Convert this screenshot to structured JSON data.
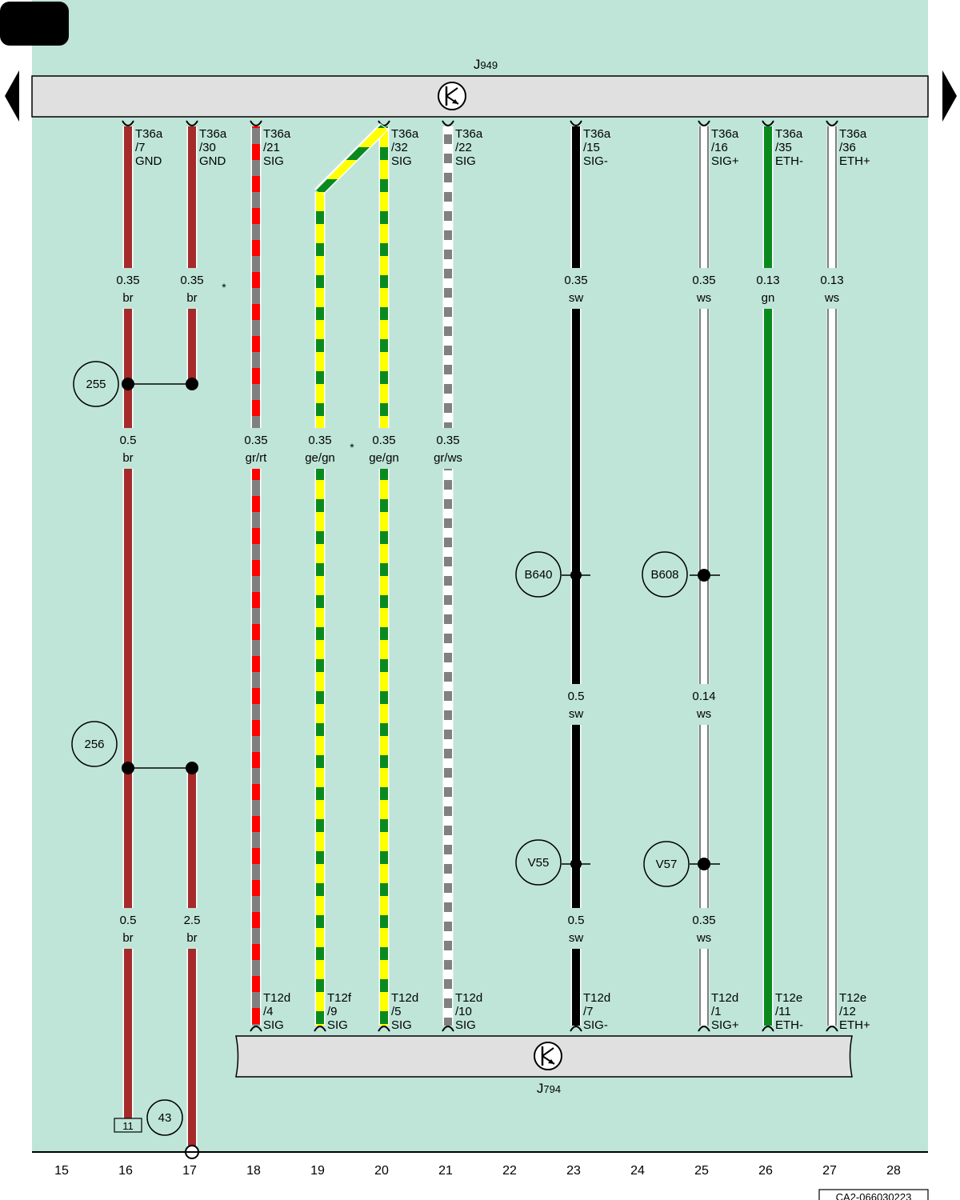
{
  "page_number": "",
  "drawing_code": "CA2-066030223",
  "colors": {
    "background": "#bfe5d8",
    "module_fill": "#e0e0e0",
    "br": "#a52a2a",
    "sw": "#000000",
    "ws": "#ffffff",
    "gn": "#0a8a1e",
    "ge": "#ffff00",
    "gr": "#808080",
    "rt": "#ff0000"
  },
  "modules": {
    "top": {
      "label": "J",
      "sub": "949"
    },
    "bottom": {
      "label": "J",
      "sub": "794"
    }
  },
  "columns": [
    "15",
    "16",
    "17",
    "18",
    "19",
    "20",
    "21",
    "22",
    "23",
    "24",
    "25",
    "26",
    "27",
    "28"
  ],
  "wires": [
    {
      "col": 16,
      "top_pin": [
        "T36a",
        "/7",
        "GND"
      ],
      "segments": [
        {
          "size": "0.35",
          "color": "br"
        },
        {
          "size": "0.5",
          "color": "br"
        },
        {
          "size": "0.5",
          "color": "br"
        }
      ]
    },
    {
      "col": 17,
      "top_pin": [
        "T36a",
        "/30",
        "GND"
      ],
      "segments": [
        {
          "size": "0.35",
          "color": "br"
        },
        {
          "size": "2.5",
          "color": "br"
        }
      ]
    },
    {
      "col": 18,
      "top_pin": [
        "T36a",
        "/21",
        "SIG"
      ],
      "bottom_pin": [
        "T12d",
        "/4",
        "SIG"
      ],
      "segments": [
        {
          "size": "0.35",
          "color": "gr/rt"
        }
      ]
    },
    {
      "col": 19,
      "bottom_pin": [
        "T12f",
        "/9",
        "SIG"
      ],
      "segments": [
        {
          "size": "0.35",
          "color": "ge/gn"
        }
      ]
    },
    {
      "col": 20,
      "top_pin": [
        "T36a",
        "/32",
        "SIG"
      ],
      "bottom_pin": [
        "T12d",
        "/5",
        "SIG"
      ],
      "segments": [
        {
          "size": "0.35",
          "color": "ge/gn"
        }
      ]
    },
    {
      "col": 21,
      "top_pin": [
        "T36a",
        "/22",
        "SIG"
      ],
      "bottom_pin": [
        "T12d",
        "/10",
        "SIG"
      ],
      "segments": [
        {
          "size": "0.35",
          "color": "gr/ws"
        }
      ]
    },
    {
      "col": 23,
      "top_pin": [
        "T36a",
        "/15",
        "SIG-"
      ],
      "bottom_pin": [
        "T12d",
        "/7",
        "SIG-"
      ],
      "segments": [
        {
          "size": "0.35",
          "color": "sw"
        },
        {
          "size": "0.5",
          "color": "sw"
        },
        {
          "size": "0.5",
          "color": "sw"
        }
      ]
    },
    {
      "col": 25,
      "top_pin": [
        "T36a",
        "/16",
        "SIG+"
      ],
      "bottom_pin": [
        "T12d",
        "/1",
        "SIG+"
      ],
      "segments": [
        {
          "size": "0.35",
          "color": "ws"
        },
        {
          "size": "0.14",
          "color": "ws"
        },
        {
          "size": "0.35",
          "color": "ws"
        }
      ]
    },
    {
      "col": 26,
      "top_pin": [
        "T36a",
        "/35",
        "ETH-"
      ],
      "bottom_pin": [
        "T12e",
        "/11",
        "ETH-"
      ],
      "segments": [
        {
          "size": "0.13",
          "color": "gn"
        }
      ]
    },
    {
      "col": 27,
      "top_pin": [
        "T36a",
        "/36",
        "ETH+"
      ],
      "bottom_pin": [
        "T12e",
        "/12",
        "ETH+"
      ],
      "segments": [
        {
          "size": "0.13",
          "color": "ws"
        }
      ]
    }
  ],
  "markers": {
    "asterisk": "*"
  },
  "references": {
    "r255": "255",
    "r256": "256",
    "r43": "43",
    "b640": "B640",
    "b608": "B608",
    "v55": "V55",
    "v57": "V57",
    "ground_box": "11"
  }
}
